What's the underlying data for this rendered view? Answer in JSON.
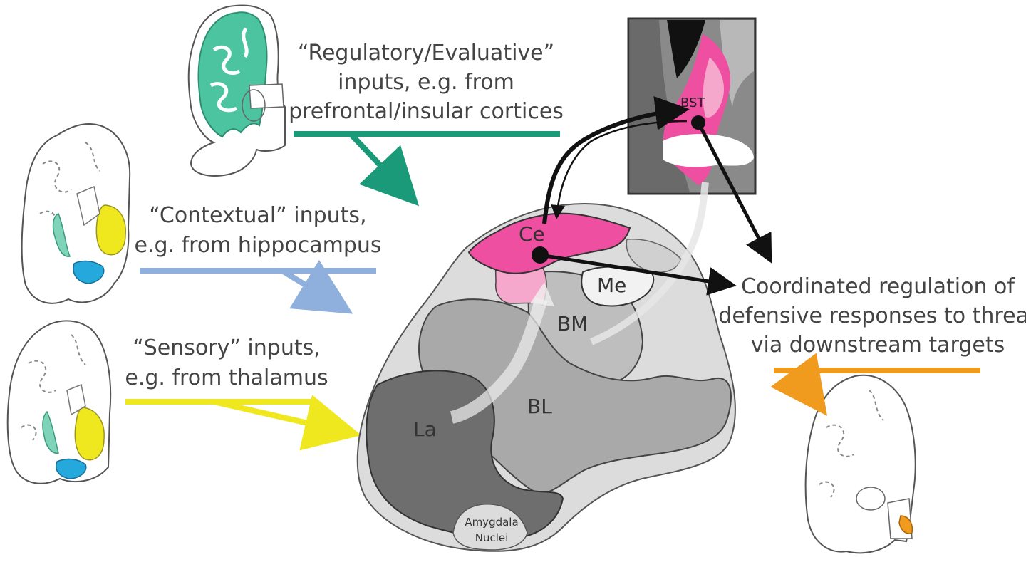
{
  "inputs": {
    "regulatory": [
      "“Regulatory/Evaluative”",
      "inputs, e.g. from",
      "prefrontal/insular cortices"
    ],
    "contextual": [
      "“Contextual” inputs,",
      "e.g. from hippocampus"
    ],
    "sensory": [
      "“Sensory” inputs,",
      "e.g. from thalamus"
    ]
  },
  "nuclei": {
    "ce": "Ce",
    "me": "Me",
    "bm": "BM",
    "bl": "BL",
    "la": "La",
    "bst": "BST",
    "amygdala_label": [
      "Amygdala",
      "Nuclei"
    ]
  },
  "output": [
    "Coordinated regulation of",
    "defensive responses to threat",
    "via downstream targets"
  ],
  "colors": {
    "regulatory": "#1a9a78",
    "contextual": "#8fb0dc",
    "sensory": "#f0e81e",
    "output": "#f09a1e",
    "ce_pink": "#ee4fa0",
    "light_pink": "#f5a8cc"
  }
}
